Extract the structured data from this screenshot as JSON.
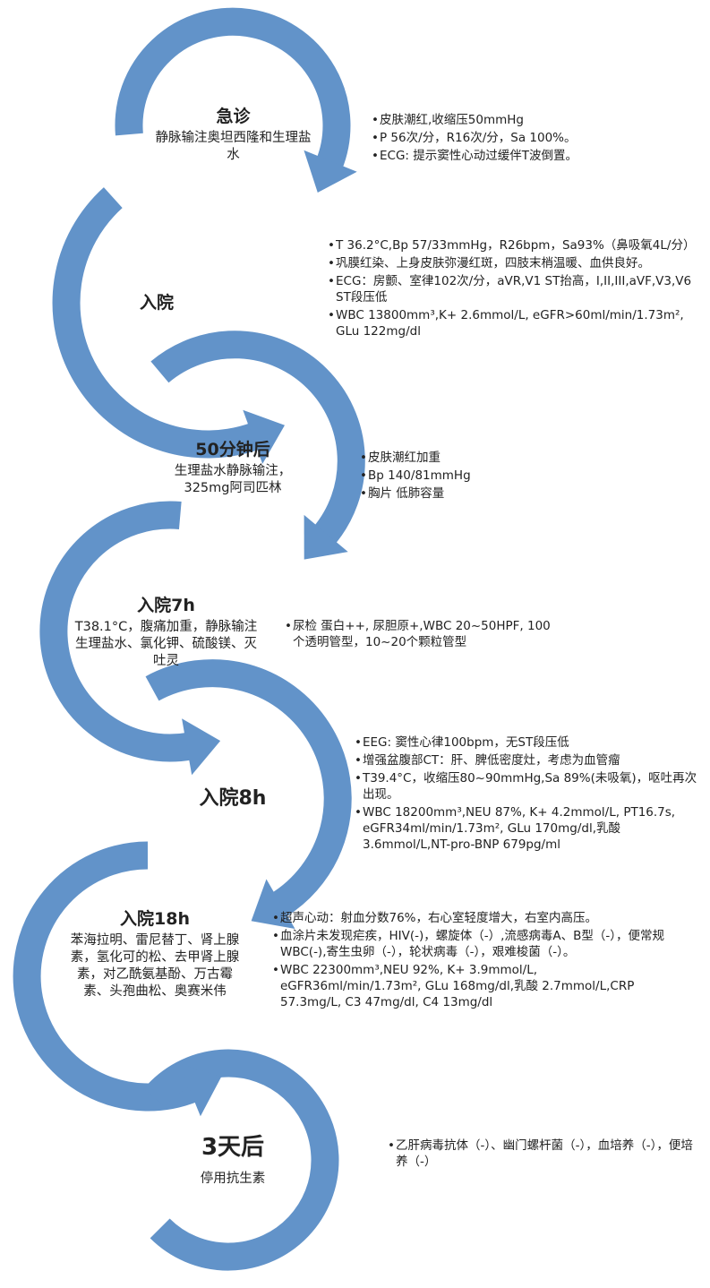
{
  "colors": {
    "arrow": "#6293C9",
    "text": "#222222"
  },
  "stages": [
    {
      "title": "急诊",
      "detail": "静脉输注奥坦西隆和生理盐水",
      "notes": [
        "皮肤潮红,收缩压50mmHg",
        "P 56次/分，R16次/分，Sa 100%。",
        "ECG: 提示窦性心动过缓伴T波倒置。"
      ]
    },
    {
      "title": "入院",
      "detail": "",
      "notes": [
        "T 36.2°C,Bp 57/33mmHg，R26bpm，Sa93%（鼻吸氧4L/分）",
        "巩膜红染、上身皮肤弥漫红斑，四肢末梢温暖、血供良好。",
        "ECG：房颤、室律102次/分，aVR,V1 ST抬高，I,II,III,aVF,V3,V6 ST段压低",
        "WBC  13800mm³,K+ 2.6mmol/L, eGFR>60ml/min/1.73m²,  GLu 122mg/dl"
      ]
    },
    {
      "title": "50分钟后",
      "detail": "生理盐水静脉输注，325mg阿司匹林",
      "notes": [
        "皮肤潮红加重",
        "Bp 140/81mmHg",
        "胸片  低肺容量"
      ]
    },
    {
      "title": "入院7h",
      "detail": "T38.1°C，腹痛加重，静脉输注生理盐水、氯化钾、硫酸镁、灭吐灵",
      "notes": [
        "尿检  蛋白++, 尿胆原+,WBC 20~50HPF, 100个透明管型，10~20个颗粒管型"
      ]
    },
    {
      "title": "入院8h",
      "detail": "",
      "notes": [
        "EEG:    窦性心律100bpm，无ST段压低",
        "增强盆腹部CT：肝、脾低密度灶，考虑为血管瘤",
        "T39.4°C，收缩压80~90mmHg,Sa 89%(未吸氧)，呕吐再次出现。",
        "WBC  18200mm³,NEU 87%, K+ 4.2mmol/L, PT16.7s, eGFR34ml/min/1.73m²,  GLu 170mg/dl,乳酸  3.6mmol/L,NT-pro-BNP 679pg/ml"
      ]
    },
    {
      "title": "入院18h",
      "detail": "苯海拉明、雷尼替丁、肾上腺素，氢化可的松、去甲肾上腺素，对乙酰氨基酚、万古霉素、头孢曲松、奥赛米伟",
      "notes": [
        "超声心动：射血分数76%，右心室轻度增大，右室内高压。",
        "血涂片未发现疟疾，HIV(-)，螺旋体（-）,流感病毒A、B型（-），便常规WBC(-),寄生虫卵（-），轮状病毒（-），艰难梭菌（-）。",
        "WBC 22300mm³,NEU 92%, K+ 3.9mmol/L, eGFR36ml/min/1.73m²,  GLu 168mg/dl,乳酸  2.7mmol/L,CRP 57.3mg/L, C3 47mg/dl, C4 13mg/dl"
      ]
    },
    {
      "title": "3天后",
      "detail": "停用抗生素",
      "notes": [
        "乙肝病毒抗体（-）、幽门螺杆菌（-），血培养（-），便培养（-）"
      ]
    }
  ]
}
